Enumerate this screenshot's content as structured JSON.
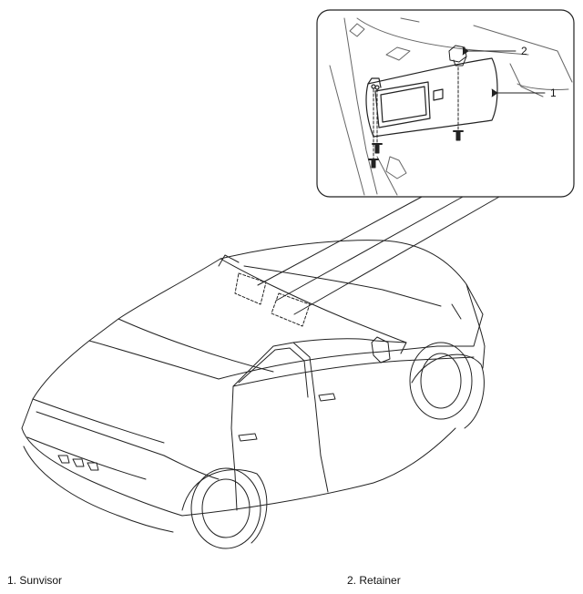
{
  "callouts": [
    {
      "id": "1",
      "label": "1"
    },
    {
      "id": "2",
      "label": "2"
    }
  ],
  "captions": [
    {
      "number": "1.",
      "text": "Sunvisor"
    },
    {
      "number": "2.",
      "text": "Retainer"
    }
  ],
  "colors": {
    "line": "#222222",
    "background": "#ffffff"
  }
}
